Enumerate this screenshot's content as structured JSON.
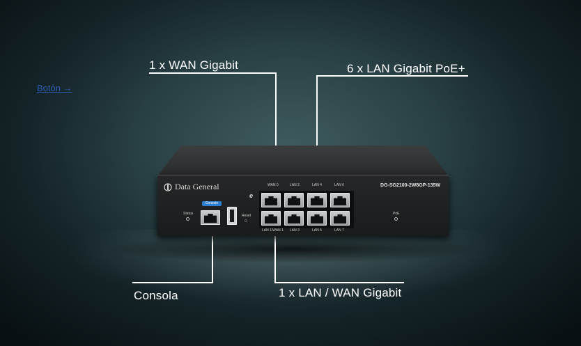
{
  "link": {
    "label": "Botón →"
  },
  "callouts": {
    "wan": "1 x WAN Gigabit",
    "lan_poe": "6 x LAN Gigabit PoE+",
    "console": "Consola",
    "lan_wan": "1 x LAN / WAN Gigabit"
  },
  "device": {
    "brand": "Data General",
    "model": "DG-SG2100-2W8GP-135W",
    "labels": {
      "status": "Status",
      "console": "Console",
      "reset": "Reset",
      "poe": "PoE"
    },
    "top_port_labels": [
      "WAN 0",
      "LAN 2",
      "LAN 4",
      "LAN 6"
    ],
    "bottom_port_labels": [
      "LAN 1/WAN 1",
      "LAN 3",
      "LAN 5",
      "LAN 7"
    ]
  },
  "colors": {
    "background": "#2a4246",
    "link": "#2d5ab8",
    "console_badge": "#2f7fd0",
    "callout_text": "#ffffff"
  },
  "icons": [
    "data-general-logo-icon",
    "usb-icon",
    "ethernet-e-icon"
  ]
}
